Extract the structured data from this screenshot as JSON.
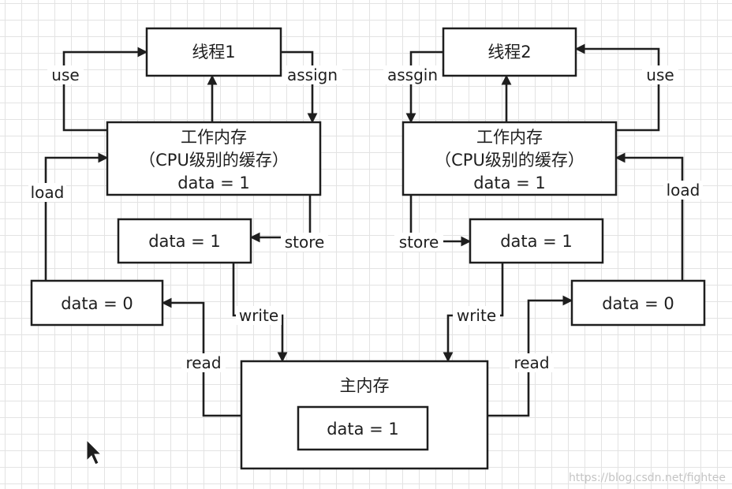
{
  "thread1": {
    "title": "线程1"
  },
  "thread2": {
    "title": "线程2"
  },
  "working_memory_1": {
    "line1": "工作内存",
    "line2": "（CPU级别的缓存）",
    "line3": "data = 1"
  },
  "working_memory_2": {
    "line1": "工作内存",
    "line2": "（CPU级别的缓存）",
    "line3": "data = 1"
  },
  "store_buffer_1": {
    "value": "data = 1"
  },
  "store_buffer_2": {
    "value": "data = 1"
  },
  "read_buffer_1": {
    "value": "data = 0"
  },
  "read_buffer_2": {
    "value": "data = 0"
  },
  "main_memory": {
    "title": "主内存",
    "value": "data = 1"
  },
  "edges": {
    "use_1": "use",
    "assign_1": "assign",
    "load_1": "load",
    "store_1": "store",
    "write_1": "write",
    "read_1": "read",
    "assgin_2": "assgin",
    "use_2": "use",
    "load_2": "load",
    "store_2": "store",
    "write_2": "write",
    "read_2": "read"
  },
  "watermark": "https://blog.csdn.net/fightee"
}
